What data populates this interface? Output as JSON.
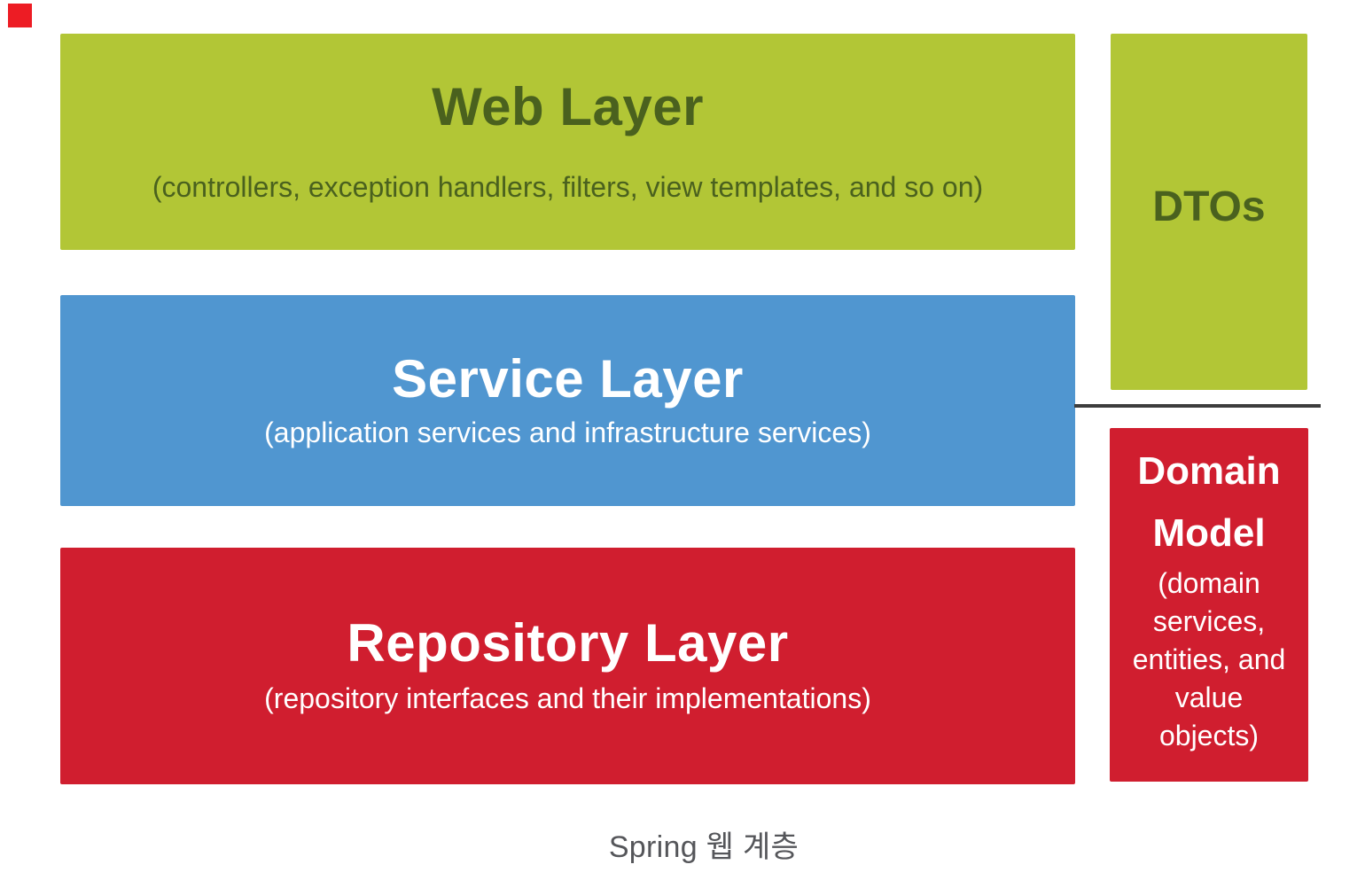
{
  "marker": {
    "name": "red-square-marker",
    "color": "#ed1c24"
  },
  "layers": [
    {
      "id": "web",
      "title": "Web Layer",
      "subtitle": "(controllers, exception handlers, filters, view templates, and so on)",
      "bg_color": "#b2c636",
      "text_color": "#4a611e"
    },
    {
      "id": "service",
      "title": "Service Layer",
      "subtitle": "(application services and infrastructure services)",
      "bg_color": "#5096d0",
      "text_color": "#ffffff"
    },
    {
      "id": "repository",
      "title": "Repository Layer",
      "subtitle": "(repository interfaces and their implementations)",
      "bg_color": "#d01e2f",
      "text_color": "#ffffff"
    }
  ],
  "side": {
    "dtos": {
      "label": "DTOs",
      "bg_color": "#b2c636",
      "text_color": "#4a611e"
    },
    "divider_color": "#3d3d3d",
    "domain_model": {
      "title_line1": "Domain",
      "title_line2": "Model",
      "subtitle_lines": [
        "(domain",
        "services,",
        "entities, and",
        "value",
        "objects)"
      ],
      "bg_color": "#d01e2f",
      "text_color": "#ffffff"
    }
  },
  "caption": {
    "text": "Spring 웹 계층",
    "color": "#55565a"
  }
}
